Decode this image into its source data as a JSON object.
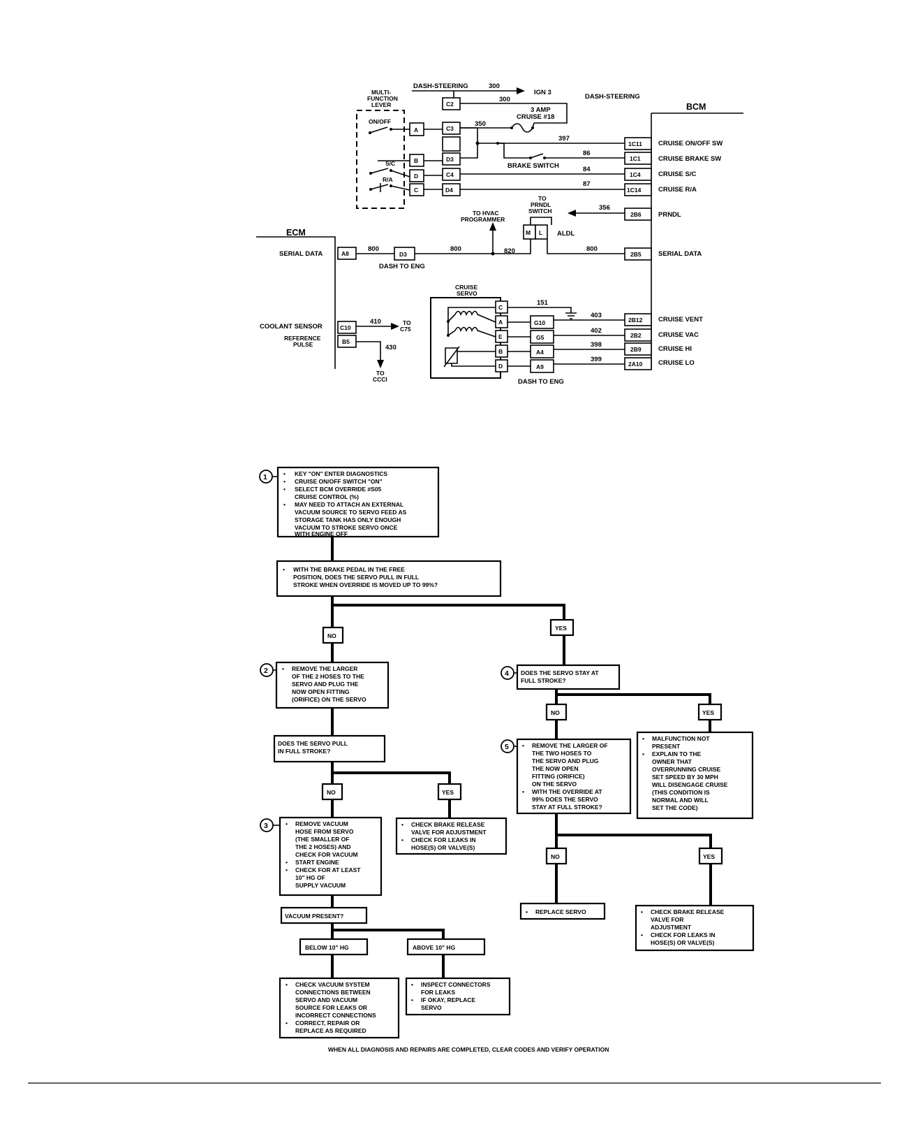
{
  "wiring": {
    "dash_steering_top": "DASH-STEERING",
    "dash_steering_right": "DASH-STEERING",
    "bcm": "BCM",
    "ecm": "ECM",
    "ign3": "IGN 3",
    "fuse_line1": "3 AMP",
    "fuse_line2": "CRUISE #18",
    "multifunction_lever": [
      "MULTI-",
      "FUNCTION",
      "LEVER"
    ],
    "onoff": "ON/OFF",
    "sc": "S/C",
    "ra": "R/A",
    "lever_pins": [
      "A",
      "B",
      "D",
      "C"
    ],
    "dash_conn": [
      "C2",
      "C3",
      "D3",
      "C4",
      "D4"
    ],
    "wires": {
      "w300a": "300",
      "w300b": "300",
      "w350": "350",
      "w397": "397",
      "w86": "86",
      "w84": "84",
      "w87": "87",
      "w356": "356",
      "w800a": "800",
      "w800b": "800",
      "w820": "820",
      "w800c": "800",
      "w151": "151",
      "w403": "403",
      "w402": "402",
      "w398": "398",
      "w399": "399",
      "w410": "410",
      "w430": "430"
    },
    "brake_switch": "BRAKE SWITCH",
    "bcm_pins": [
      "1C11",
      "1C1",
      "1C4",
      "1C14",
      "2B6",
      "2B5",
      "2B12",
      "2B2",
      "2B9",
      "2A10"
    ],
    "bcm_labels": [
      "CRUISE ON/OFF SW",
      "CRUISE BRAKE SW",
      "CRUISE S/C",
      "CRUISE R/A",
      "PRNDL",
      "SERIAL DATA",
      "CRUISE VENT",
      "CRUISE VAC",
      "CRUISE HI",
      "CRUISE LO"
    ],
    "to_prndl": [
      "TO",
      "PRNDL",
      "SWITCH"
    ],
    "to_hvac": [
      "TO HVAC",
      "PROGRAMMER"
    ],
    "aldl": "ALDL",
    "aldl_pins": [
      "M",
      "L"
    ],
    "ecm_serial": "SERIAL DATA",
    "ecm_pin_a8": "A8",
    "d3_conn": "D3",
    "dash_to_eng1": "DASH TO ENG",
    "coolant": "COOLANT SENSOR",
    "ref_pulse": [
      "REFERENCE",
      "PULSE"
    ],
    "ecm_pins_low": [
      "C10",
      "B5"
    ],
    "to_c75": [
      "TO",
      "C75"
    ],
    "to_ccci": [
      "TO",
      "CCCI"
    ],
    "cruise_servo": [
      "CRUISE",
      "SERVO"
    ],
    "servo_pins": [
      "C",
      "A",
      "E",
      "B",
      "D"
    ],
    "eng_conn": [
      "G10",
      "G5",
      "A4",
      "A9"
    ],
    "dash_to_eng2": "DASH TO ENG"
  },
  "flow": {
    "n1": "1",
    "box1": [
      "KEY \"ON\" ENTER DIAGNOSTICS",
      "CRUISE ON/OFF SWITCH \"ON\"",
      "SELECT BCM OVERRIDE #S05",
      "CRUISE CONTROL (%)",
      "MAY NEED TO ATTACH AN EXTERNAL",
      "VACUUM SOURCE TO SERVO FEED AS",
      "STORAGE TANK HAS ONLY ENOUGH",
      "VACUUM TO STROKE SERVO ONCE",
      "WITH ENGINE OFF"
    ],
    "q1": [
      "WITH THE BRAKE PEDAL IN THE FREE",
      "POSITION, DOES THE SERVO PULL IN FULL",
      "STROKE WHEN OVERRIDE IS MOVED UP TO 99%?"
    ],
    "no1": "NO",
    "yes1": "YES",
    "n2": "2",
    "box2": [
      "REMOVE THE LARGER",
      "OF THE 2 HOSES TO THE",
      "SERVO AND PLUG THE",
      "NOW OPEN FITTING",
      "(ORIFICE) ON THE SERVO"
    ],
    "q2": [
      "DOES THE SERVO PULL",
      "IN FULL STROKE?"
    ],
    "no2": "NO",
    "yes2": "YES",
    "n3": "3",
    "box3": [
      "REMOVE VACUUM",
      "HOSE FROM SERVO",
      "(THE SMALLER OF",
      "THE 2 HOSES) AND",
      "CHECK FOR VACUUM",
      "START ENGINE",
      "CHECK FOR AT LEAST",
      "10\" HG OF",
      "SUPPLY VACUUM"
    ],
    "box_brake1": [
      "CHECK BRAKE RELEASE",
      "VALVE FOR ADJUSTMENT",
      "CHECK FOR LEAKS IN",
      "HOSE(S) OR VALVE(S)"
    ],
    "q3": "VACUUM PRESENT?",
    "below": "BELOW 10\" HG",
    "above": "ABOVE 10\" HG",
    "box_vac": [
      "CHECK VACUUM SYSTEM",
      "CONNECTIONS BETWEEN",
      "SERVO AND VACUUM",
      "SOURCE FOR LEAKS OR",
      "INCORRECT CONNECTIONS",
      "CORRECT, REPAIR OR",
      "REPLACE AS REQUIRED"
    ],
    "box_insp": [
      "INSPECT CONNECTORS",
      "FOR LEAKS",
      "IF OKAY, REPLACE",
      "SERVO"
    ],
    "n4": "4",
    "q4": [
      "DOES THE SERVO STAY AT",
      "FULL STROKE?"
    ],
    "no4": "NO",
    "yes4": "YES",
    "n5": "5",
    "box5": [
      "REMOVE THE LARGER OF",
      "THE TWO HOSES TO",
      "THE SERVO AND PLUG",
      "THE NOW OPEN",
      "FITTING (ORIFICE)",
      "ON THE SERVO",
      "WITH THE OVERRIDE AT",
      "99% DOES THE SERVO",
      "STAY AT FULL STROKE?"
    ],
    "box_malf": [
      "MALFUNCTION NOT",
      "PRESENT",
      "EXPLAIN TO THE",
      "OWNER THAT",
      "OVERRUNNING CRUISE",
      "SET SPEED BY 30 MPH",
      "WILL DISENGAGE CRUISE",
      "(THIS CONDITION IS",
      "NORMAL AND WILL",
      "SET THE CODE)"
    ],
    "no5": "NO",
    "yes5": "YES",
    "replace_servo": "REPLACE SERVO",
    "box_brake2": [
      "CHECK BRAKE RELEASE",
      "VALVE FOR",
      "ADJUSTMENT",
      "CHECK FOR LEAKS IN",
      "HOSE(S) OR VALVE(S)"
    ],
    "footer": "WHEN ALL DIAGNOSIS AND REPAIRS ARE COMPLETED, CLEAR CODES AND VERIFY OPERATION"
  }
}
